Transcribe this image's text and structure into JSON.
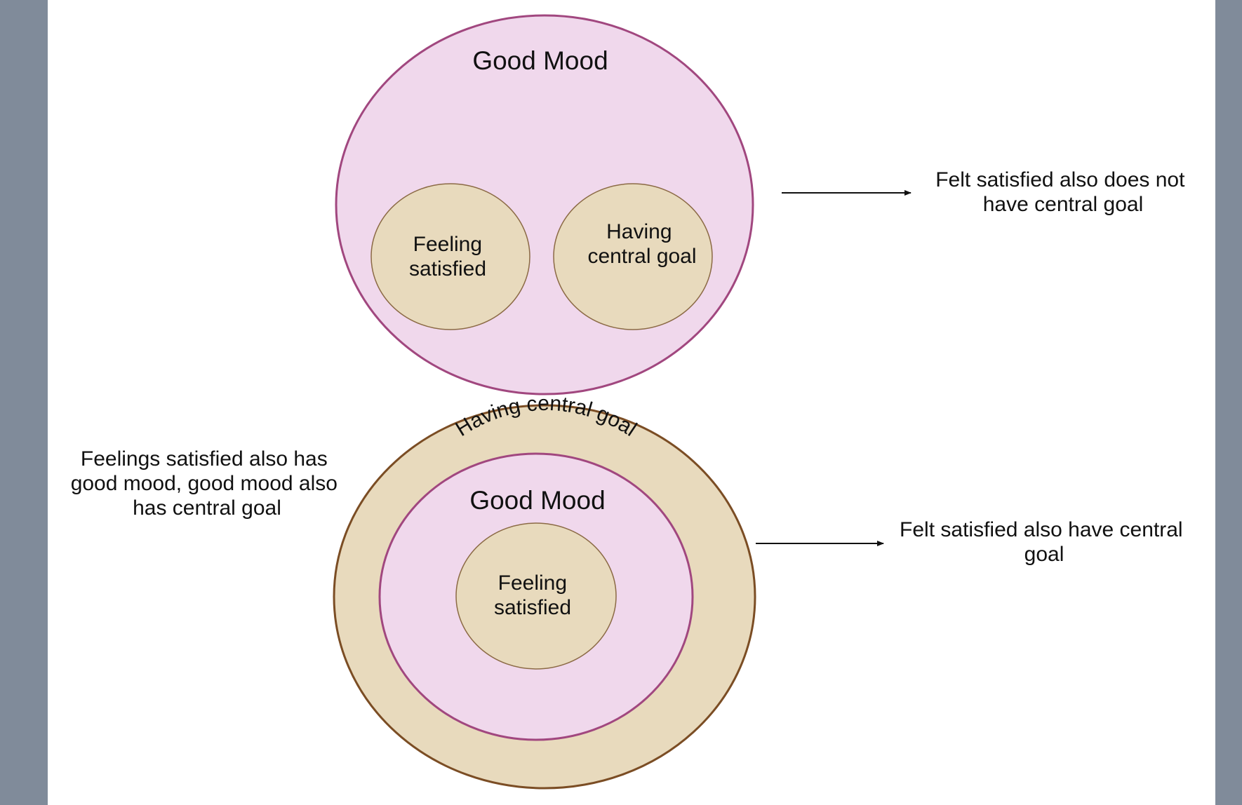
{
  "top_diagram": {
    "outer_label": "Good Mood",
    "inner_left": [
      "Feeling",
      "satisfied"
    ],
    "inner_right": [
      "Having",
      "central goal"
    ],
    "note": [
      "Felt satisfied also does not",
      "have central goal"
    ]
  },
  "bottom_diagram": {
    "outer_ring_label": "Having central goal",
    "middle_label": "Good Mood",
    "inner_label": [
      "Feeling",
      "satisfied"
    ],
    "note": [
      "Felt satisfied also  have central",
      "goal"
    ],
    "left_note": [
      "Feelings satisfied also has",
      "good mood, good mood also",
      "has central goal"
    ]
  },
  "colors": {
    "background": "#808b9a",
    "page": "#ffffff",
    "good_mood_fill": "#f0d8ec",
    "good_mood_stroke": "#a1477f",
    "goal_fill": "#e8dabd",
    "goal_stroke": "#7b4d24",
    "small_stroke": "#8b6a45"
  }
}
